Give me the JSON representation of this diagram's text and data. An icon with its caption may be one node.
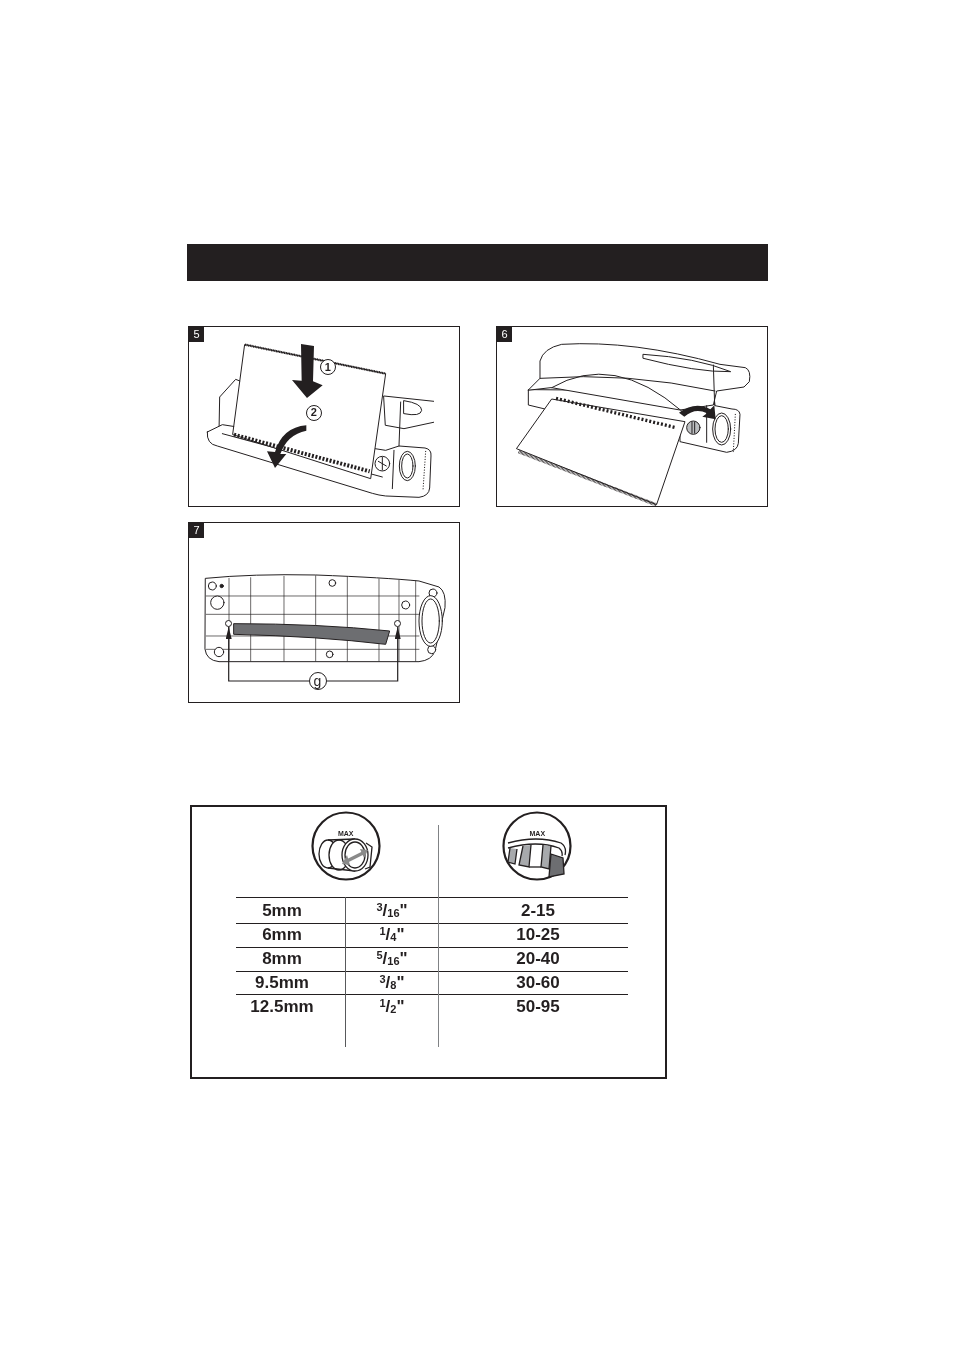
{
  "diagram": {
    "nodes": [
      {
        "text": [
          "5"
        ]
      },
      {
        "text": [
          "6"
        ]
      },
      {
        "text": [
          "7"
        ]
      },
      {
        "text": [
          "g"
        ],
        "in": 2
      },
      {
        "text": [],
        "shape": "circle",
        "in": 2
      },
      {
        "text": [],
        "shape": "circle",
        "in": 2
      }
    ],
    "edges": [
      {
        "from": 3,
        "to": 4,
        "arrow": "to"
      },
      {
        "from": 3,
        "to": 5,
        "arrow": "to"
      }
    ],
    "labels": [
      "1",
      "2",
      "MAX",
      "MAX",
      "5mm",
      "$^{3}$/$_{16}$\"",
      "2-15",
      "6mm",
      "$^{1}$/$_{4}$\"",
      "10-25",
      "8mm",
      "$^{5}$/$_{16}$\"",
      "20-40",
      "9.5mm",
      "$^{3}$/$_{8}$\"",
      "30-60",
      "12.5mm",
      "$^{1}$/$_{2}$\"",
      "50-95"
    ]
  }
}
